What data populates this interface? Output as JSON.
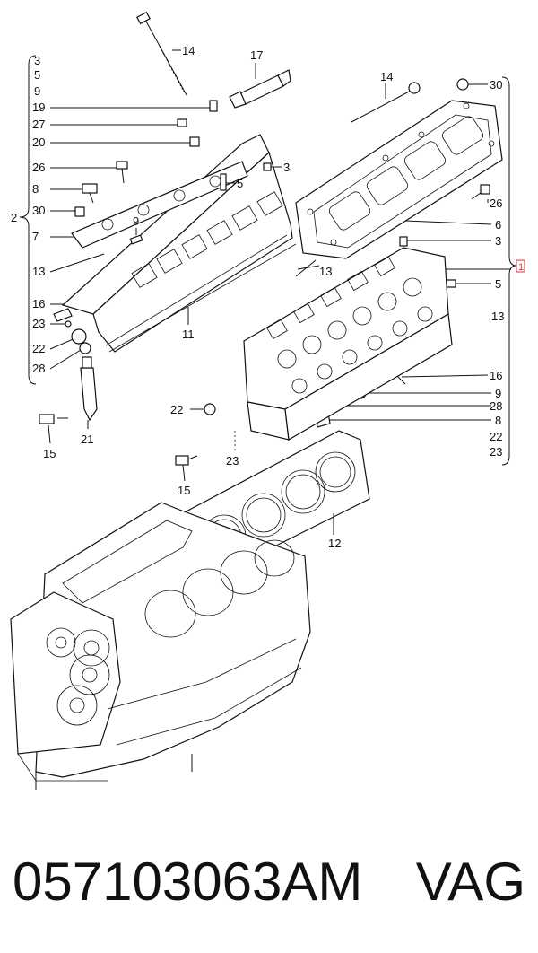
{
  "callouts": {
    "l3": "3",
    "l5": "5",
    "l9": "9",
    "l19": "19",
    "l27": "27",
    "l20": "20",
    "l26": "26",
    "l8": "8",
    "l30": "30",
    "l2": "2",
    "l7": "7",
    "l13": "13",
    "l16": "16",
    "l23": "23",
    "l22": "22",
    "l28": "28",
    "l15": "15",
    "l21": "21",
    "l14": "14",
    "l17": "17",
    "l11": "11",
    "l9b": "9",
    "l5b": "5",
    "l3b": "3",
    "r30": "30",
    "r14": "14",
    "r26": "26",
    "r6": "6",
    "r3": "3",
    "r5": "5",
    "r13": "13",
    "r13b": "13",
    "r16": "16",
    "r9": "9",
    "r28": "28",
    "r8": "8",
    "r22": "22",
    "r23": "23",
    "r1": "1",
    "c22": "22",
    "c23": "23",
    "c15": "15",
    "c12": "12"
  },
  "footer": {
    "part_number": "057103063AM",
    "brand": "VAG"
  },
  "colors": {
    "highlight": "#d9363e",
    "ink": "#111111"
  }
}
